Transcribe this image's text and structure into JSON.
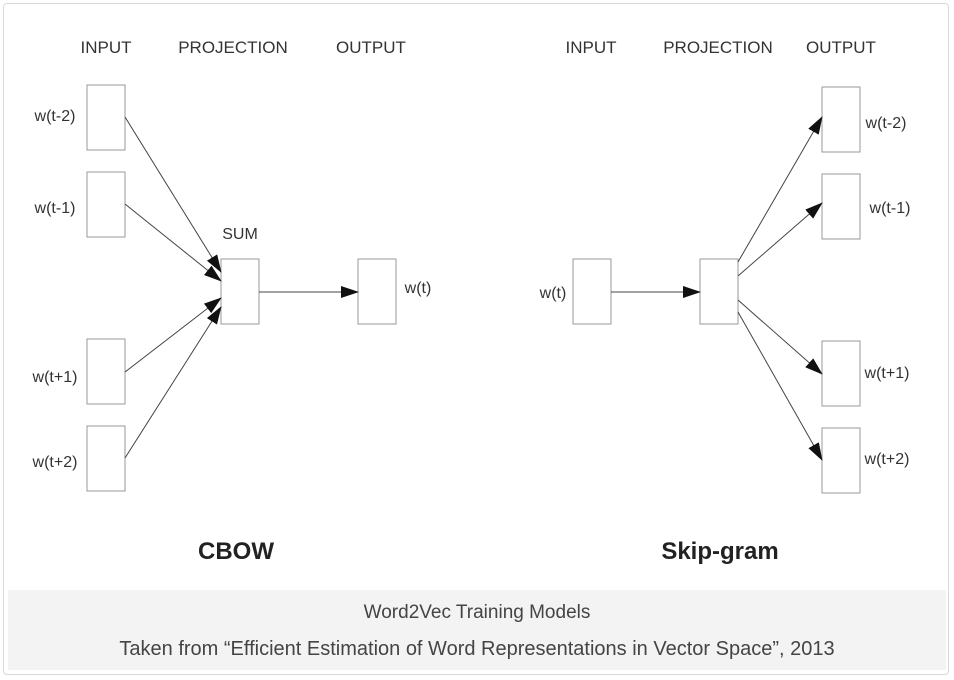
{
  "cbow": {
    "title": "CBOW",
    "headers": [
      "INPUT",
      "PROJECTION",
      "OUTPUT"
    ],
    "inputs": [
      "w(t-2)",
      "w(t-1)",
      "w(t+1)",
      "w(t+2)"
    ],
    "projection_label": "SUM",
    "output": "w(t)"
  },
  "skipgram": {
    "title": "Skip-gram",
    "headers": [
      "INPUT",
      "PROJECTION",
      "OUTPUT"
    ],
    "input": "w(t)",
    "outputs": [
      "w(t-2)",
      "w(t-1)",
      "w(t+1)",
      "w(t+2)"
    ]
  },
  "caption": {
    "title": "Word2Vec Training Models",
    "source": "Taken from “Efficient Estimation of Word Representations in Vector Space”, 2013"
  }
}
